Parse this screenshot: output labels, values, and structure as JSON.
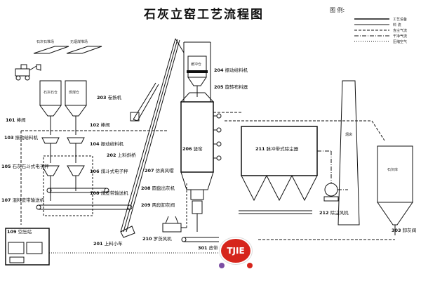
{
  "title": "石灰立窑工艺流程图",
  "legend": {
    "title": "图  例:",
    "items": [
      "工艺设备",
      "料  流",
      "含尘气流",
      "干净气流",
      "压缩空气"
    ]
  },
  "colors": {
    "line": "#111111",
    "logo": "#d6251c"
  },
  "stock_labels": {
    "limestone": "石灰石堆场",
    "fuel": "无烟煤堆场"
  },
  "bin_labels": {
    "limestone_bin": "石灰石仓",
    "fuel_bin": "燃煤仓",
    "buffer_bin": "缓冲仓",
    "chimney": "烟囱",
    "lime_bin": "石灰库"
  },
  "equipment": [
    {
      "id": "101",
      "name": "棒阀"
    },
    {
      "id": "102",
      "name": "棒阀"
    },
    {
      "id": "103",
      "name": "振动给料机"
    },
    {
      "id": "104",
      "name": "振动给料机"
    },
    {
      "id": "105",
      "name": "石灰石斗式电子秤"
    },
    {
      "id": "106",
      "name": "煤斗式电子秤"
    },
    {
      "id": "107",
      "name": "混料皮带输送机"
    },
    {
      "id": "108",
      "name": "煤皮带输送机"
    },
    {
      "id": "109",
      "name": "空压站"
    },
    {
      "id": "201",
      "name": "上料小车"
    },
    {
      "id": "202",
      "name": "上料斜桥"
    },
    {
      "id": "203",
      "name": "卷扬机"
    },
    {
      "id": "204",
      "name": "振动给料机"
    },
    {
      "id": "205",
      "name": "旋转布料器"
    },
    {
      "id": "206",
      "name": "竖窑"
    },
    {
      "id": "207",
      "name": "仿真风帽"
    },
    {
      "id": "208",
      "name": "圆盘出灰机"
    },
    {
      "id": "209",
      "name": "两段卸灰阀"
    },
    {
      "id": "210",
      "name": "罗茨风机"
    },
    {
      "id": "211",
      "name": "脉冲带式除尘器"
    },
    {
      "id": "212",
      "name": "除尘风机"
    },
    {
      "id": "301",
      "name": "皮带"
    },
    {
      "id": "303",
      "name": "卸灰阀"
    }
  ],
  "logo": {
    "text": "TJIE"
  }
}
